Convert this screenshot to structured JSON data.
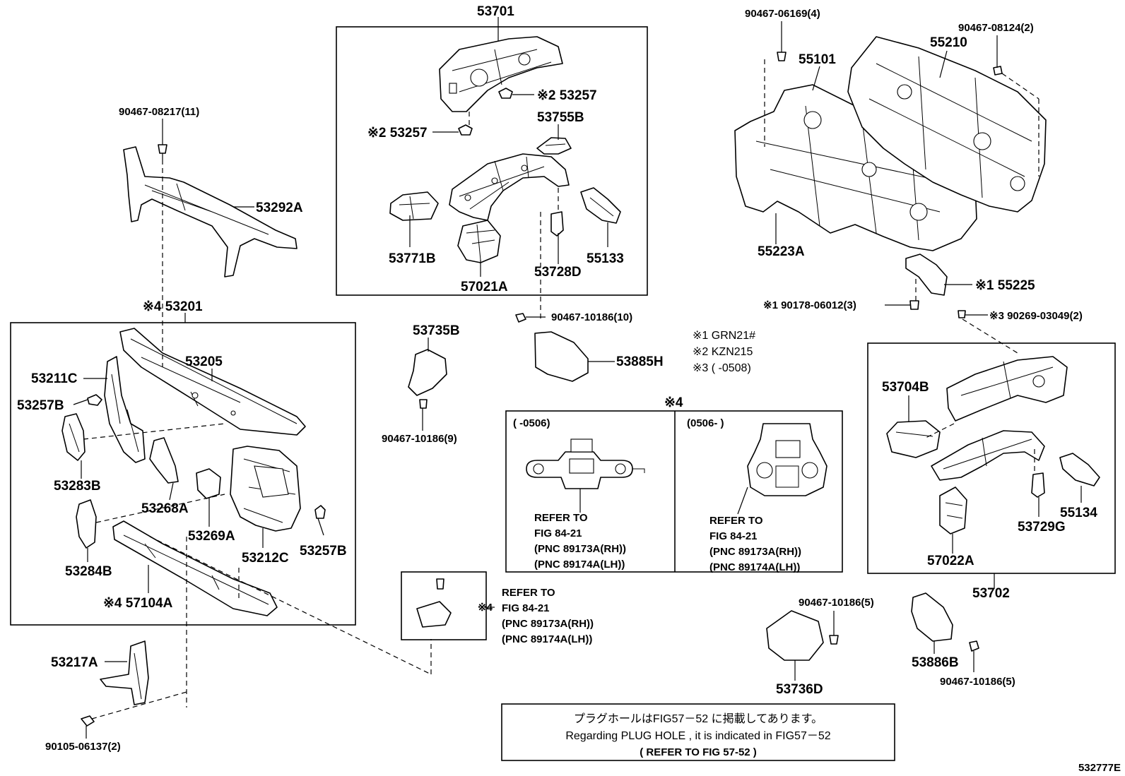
{
  "part_labels": {
    "p53701": "53701",
    "p53257_a": "※2 53257",
    "p53257_b": "※2 53257",
    "p53755B": "53755B",
    "p53771B": "53771B",
    "p57021A": "57021A",
    "p53728D": "53728D",
    "p55133": "55133",
    "p90467_08217": "90467-08217(11)",
    "p53292A": "53292A",
    "p53201": "※4 53201",
    "p53205": "53205",
    "p53211C": "53211C",
    "p53257B_a": "53257B",
    "p53283B": "53283B",
    "p53268A": "53268A",
    "p53269A": "53269A",
    "p53212C": "53212C",
    "p53257B_b": "53257B",
    "p53284B": "53284B",
    "p57104A": "※4 57104A",
    "p53217A": "53217A",
    "p90105_06137": "90105-06137(2)",
    "p53735B": "53735B",
    "p90467_10186_9": "90467-10186(9)",
    "p90467_10186_10": "90467-10186(10)",
    "p53885H": "53885H",
    "p90467_06169": "90467-06169(4)",
    "p55101": "55101",
    "p55210": "55210",
    "p90467_08124": "90467-08124(2)",
    "p55223A": "55223A",
    "p55225": "※1 55225",
    "p90178_06012": "※1 90178-06012(3)",
    "p90269_03049": "※3 90269-03049(2)",
    "p53704B": "53704B",
    "p55134": "55134",
    "p53729G": "53729G",
    "p57022A": "57022A",
    "p53702": "53702",
    "p90467_10186_5a": "90467-10186(5)",
    "p90467_10186_5b": "90467-10186(5)",
    "p53736D": "53736D",
    "p53886B": "53886B",
    "star4_small": "※4"
  },
  "legend": {
    "l1": "※1  GRN21#",
    "l2": "※2  KZN215",
    "l3": "※3  (      -0508)"
  },
  "inset": {
    "title": "※4",
    "left_range": "(      -0506)",
    "right_range": "(0506-      )",
    "refer": "REFER TO",
    "fig": "FIG 84-21",
    "pnc_rh": "(PNC 89173A(RH))",
    "pnc_lh": "(PNC 89174A(LH))"
  },
  "note": {
    "jp": "プラグホールはFIG57－52 に掲載してあります。",
    "en": "Regarding  PLUG HOLE , it is  indicated  in  FIG57－52",
    "ref": "(    REFER  TO  FIG  57-52  )"
  },
  "figure_code": "532777E"
}
